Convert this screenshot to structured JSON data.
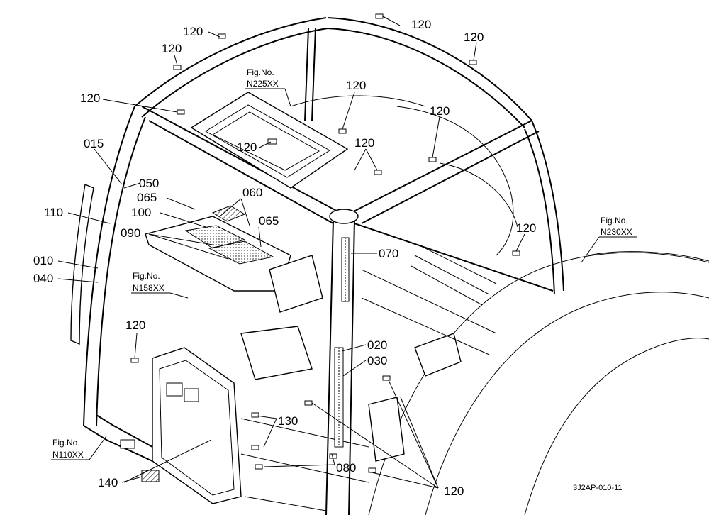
{
  "diagram": {
    "drawing_code": "3J2AP-010-11",
    "fig_refs": [
      {
        "id": "fig-n225",
        "line1": "Fig.No.",
        "line2": "N225XX"
      },
      {
        "id": "fig-n230",
        "line1": "Fig.No.",
        "line2": "N230XX"
      },
      {
        "id": "fig-n158",
        "line1": "Fig.No.",
        "line2": "N158XX"
      },
      {
        "id": "fig-n110",
        "line1": "Fig.No.",
        "line2": "N110XX"
      }
    ],
    "part_labels": [
      {
        "id": "l120a",
        "text": "120"
      },
      {
        "id": "l120b",
        "text": "120"
      },
      {
        "id": "l120c",
        "text": "120"
      },
      {
        "id": "l120d",
        "text": "120"
      },
      {
        "id": "l120e",
        "text": "120"
      },
      {
        "id": "l120f",
        "text": "120"
      },
      {
        "id": "l120g",
        "text": "120"
      },
      {
        "id": "l120h",
        "text": "120"
      },
      {
        "id": "l120i",
        "text": "120"
      },
      {
        "id": "l120j",
        "text": "120"
      },
      {
        "id": "l120k",
        "text": "120"
      },
      {
        "id": "l120l",
        "text": "120"
      },
      {
        "id": "l015",
        "text": "015"
      },
      {
        "id": "l050",
        "text": "050"
      },
      {
        "id": "l065a",
        "text": "065"
      },
      {
        "id": "l060",
        "text": "060"
      },
      {
        "id": "l100",
        "text": "100"
      },
      {
        "id": "l065b",
        "text": "065"
      },
      {
        "id": "l110",
        "text": "110"
      },
      {
        "id": "l090",
        "text": "090"
      },
      {
        "id": "l070",
        "text": "070"
      },
      {
        "id": "l010",
        "text": "010"
      },
      {
        "id": "l040",
        "text": "040"
      },
      {
        "id": "l020",
        "text": "020"
      },
      {
        "id": "l030",
        "text": "030"
      },
      {
        "id": "l130",
        "text": "130"
      },
      {
        "id": "l080",
        "text": "080"
      },
      {
        "id": "l140",
        "text": "140"
      }
    ]
  }
}
